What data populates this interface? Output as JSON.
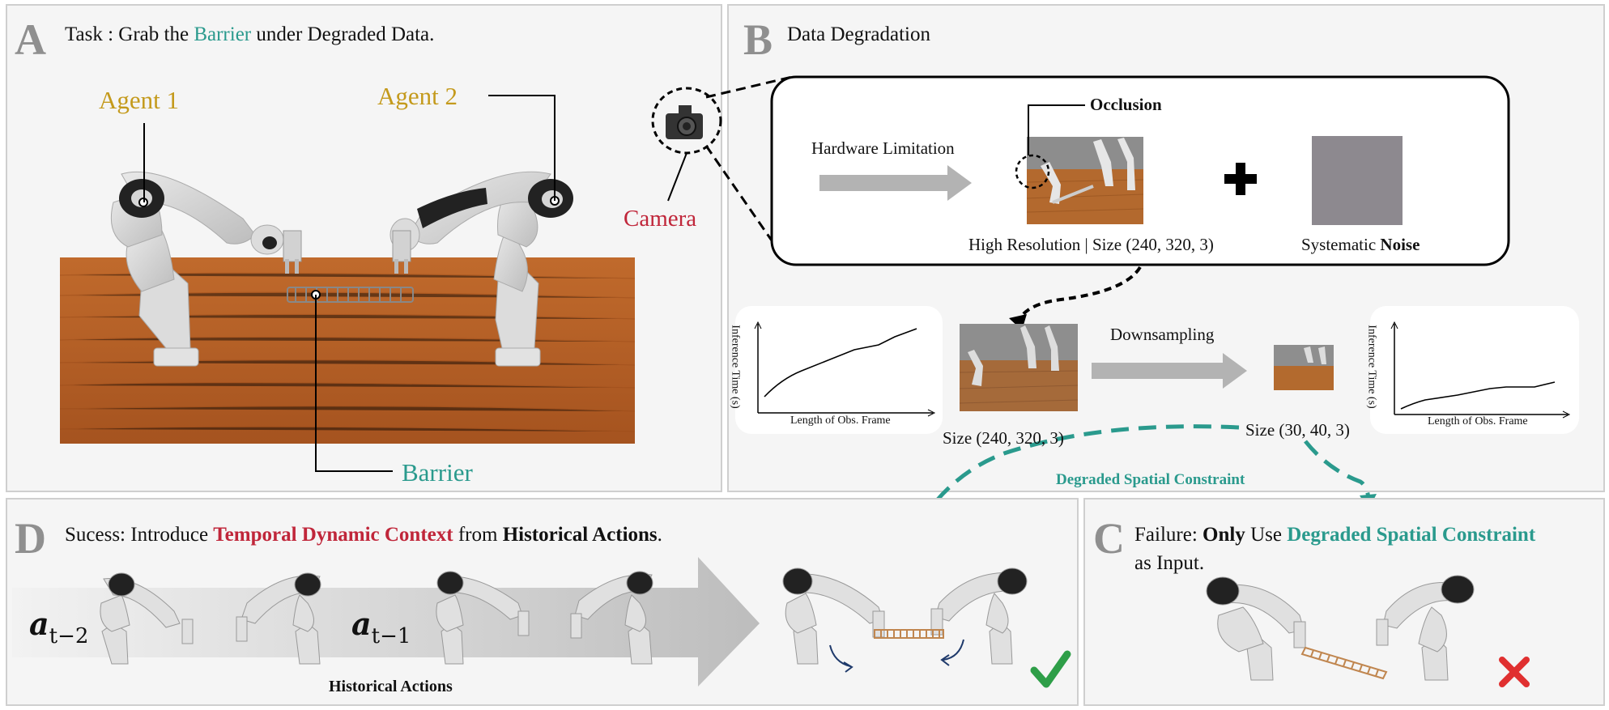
{
  "panel_a": {
    "letter": "A",
    "title_prefix": "Task : Grab the ",
    "title_highlight": "Barrier",
    "title_suffix": " under Degraded Data.",
    "agent1": "Agent 1",
    "agent2": "Agent 2",
    "barrier": "Barrier"
  },
  "camera_label": "Camera",
  "panel_b": {
    "letter": "B",
    "title": "Data Degradation",
    "hardware_limitation": "Hardware Limitation",
    "occlusion": "Occlusion",
    "high_res_caption": "High Resolution | Size (240, 320, 3)",
    "noise_caption_prefix": "Systematic ",
    "noise_caption_bold": "Noise",
    "size_large": "Size (240, 320, 3)",
    "size_small": "Size (30, 40, 3)",
    "downsampling": "Downsampling",
    "chart_left": {
      "ylabel": "Inference Time (s)",
      "xlabel": "Length of Obs. Frame"
    },
    "chart_right": {
      "ylabel": "Inference Time (s)",
      "xlabel": "Length of Obs. Frame"
    }
  },
  "degraded_spatial_constraint": "Degraded Spatial Constraint",
  "panel_d": {
    "letter": "D",
    "t1": "Sucess: Introduce ",
    "t2": "Temporal Dynamic Context",
    "t3": " from ",
    "t4": "Historical Actions",
    "t5": ".",
    "a_t2_base": "a",
    "a_t2_sub": "t−2",
    "a_t1_base": "a",
    "a_t1_sub": "t−1",
    "historical_actions": "Historical Actions"
  },
  "panel_c": {
    "letter": "C",
    "t1": "Failure: ",
    "t2": "Only",
    "t3": " Use ",
    "t4": "Degraded Spatial Constraint",
    "line2": "as Input."
  },
  "colors": {
    "teal": "#2a9a8d",
    "red": "#c0263a",
    "gold": "#c49a1c",
    "check": "#2e9e48",
    "cross": "#e03030"
  }
}
